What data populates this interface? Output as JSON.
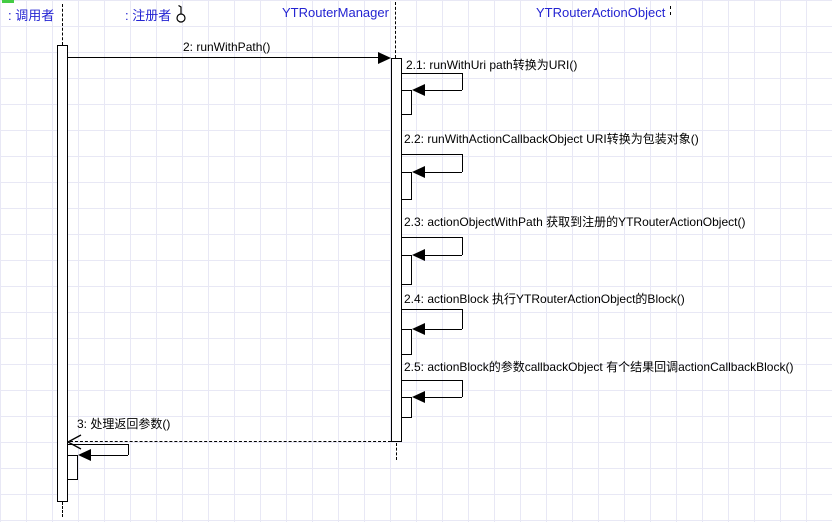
{
  "diagram": {
    "title": "sequence-diagram",
    "lifelines": [
      {
        "label": ": 调用者"
      },
      {
        "label": ": 注册者",
        "icon": "lollipop-icon"
      },
      {
        "label": "YTRouterManager"
      },
      {
        "label": "YTRouterActionObject"
      }
    ],
    "messages": {
      "m2": "2: runWithPath()",
      "m2_1": "2.1: runWithUri path转换为URI()",
      "m2_2": "2.2: runWithActionCallbackObject URI转换为包装对象()",
      "m2_3": "2.3: actionObjectWithPath 获取到注册的YTRouterActionObject()",
      "m2_4": "2.4: actionBlock 执行YTRouterActionObject的Block()",
      "m2_5": "2.5: actionBlock的参数callbackObject 有个结果回调actionCallbackBlock()",
      "m3": "3: 处理返回参数()"
    },
    "colors": {
      "lifeline_label": "#2424d2",
      "message_text": "#000000",
      "grid": "#e8e8f5",
      "accent_green": "#44cc44"
    }
  }
}
